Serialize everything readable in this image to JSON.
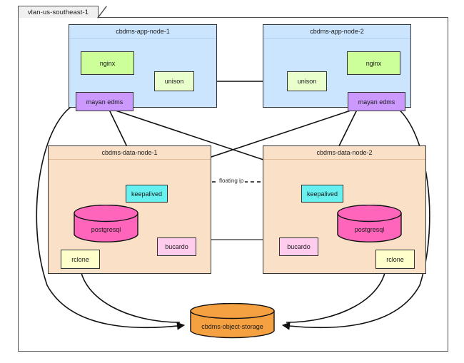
{
  "diagram": {
    "package_label": "vlan-us-southeast-1",
    "edge_labels": {
      "floating_ip": "floating ip"
    }
  },
  "containers": [
    {
      "id": "app-node-1",
      "title": "cbdms-app-node-1",
      "kind": "app",
      "services": [
        {
          "id": "nginx-1",
          "label": "nginx"
        },
        {
          "id": "unison-1",
          "label": "unison"
        },
        {
          "id": "mayan-1",
          "label": "mayan edms"
        }
      ]
    },
    {
      "id": "app-node-2",
      "title": "cbdms-app-node-2",
      "kind": "app",
      "services": [
        {
          "id": "nginx-2",
          "label": "nginx"
        },
        {
          "id": "unison-2",
          "label": "unison"
        },
        {
          "id": "mayan-2",
          "label": "mayan edms"
        }
      ]
    },
    {
      "id": "data-node-1",
      "title": "cbdms-data-node-1",
      "kind": "data",
      "services": [
        {
          "id": "keepalived-1",
          "label": "keepalived"
        },
        {
          "id": "postgresql-1",
          "label": "postgresql"
        },
        {
          "id": "bucardo-1",
          "label": "bucardo"
        },
        {
          "id": "rclone-1",
          "label": "rclone"
        }
      ]
    },
    {
      "id": "data-node-2",
      "title": "cbdms-data-node-2",
      "kind": "data",
      "services": [
        {
          "id": "keepalived-2",
          "label": "keepalived"
        },
        {
          "id": "postgresql-2",
          "label": "postgresql"
        },
        {
          "id": "bucardo-2",
          "label": "bucardo"
        },
        {
          "id": "rclone-2",
          "label": "rclone"
        }
      ]
    }
  ],
  "storage": {
    "id": "object-storage",
    "label": "cbdms-object-storage"
  },
  "colors": {
    "app_container": "#cce5ff",
    "data_container": "#fbe0c8",
    "nginx": "#ccff99",
    "unison": "#e9ffcc",
    "mayan": "#cc99ff",
    "keepalived": "#66f0f0",
    "postgresql": "#ff66bb",
    "bucardo": "#ffccee",
    "rclone": "#ffffcc",
    "object_storage": "#f5a142",
    "stroke": "#333333",
    "package_stroke": "#4d4d4d",
    "package_tab_fill": "#f0f0f0"
  }
}
